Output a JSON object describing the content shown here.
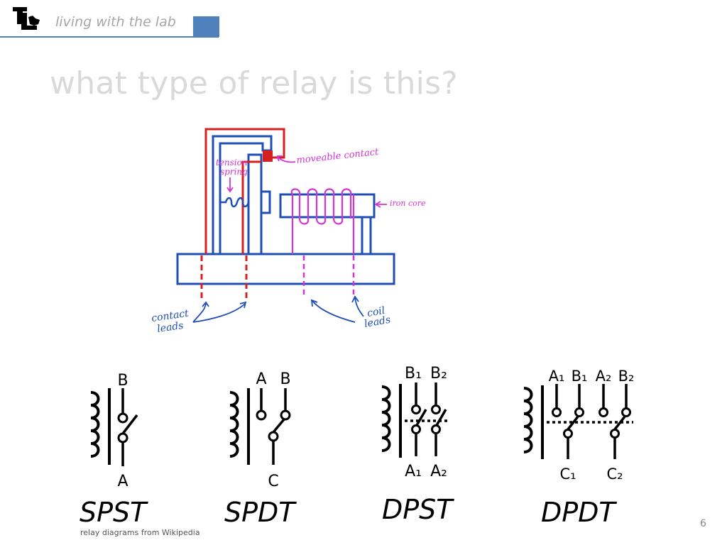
{
  "header": {
    "brand_text": "living with the lab",
    "colors": {
      "accent": "#4f81bd",
      "brand_text": "#a6a6a6"
    }
  },
  "slide": {
    "title": "what type of relay is this?",
    "page_number": "6",
    "credit": "relay diagrams from Wikipedia"
  },
  "sketch": {
    "labels": {
      "tension_spring_line1": "tension",
      "tension_spring_line2": "spring",
      "moveable_contact": "moveable contact",
      "iron_core": "iron core",
      "contact_leads_line1": "contact",
      "contact_leads_line2": "leads",
      "coil_leads_line1": "coil",
      "coil_leads_line2": "leads"
    },
    "colors": {
      "structure": "#1f4fb4",
      "contact_wire": "#d42020",
      "coil": "#d633d6"
    }
  },
  "relays": [
    {
      "name": "SPST",
      "terminals": [
        "B",
        "A"
      ]
    },
    {
      "name": "SPDT",
      "terminals": [
        "A",
        "B",
        "C"
      ]
    },
    {
      "name": "DPST",
      "terminals": [
        "B₁",
        "B₂",
        "A₁",
        "A₂"
      ]
    },
    {
      "name": "DPDT",
      "terminals": [
        "A₁",
        "B₁",
        "A₂",
        "B₂",
        "C₁",
        "C₂"
      ]
    }
  ]
}
